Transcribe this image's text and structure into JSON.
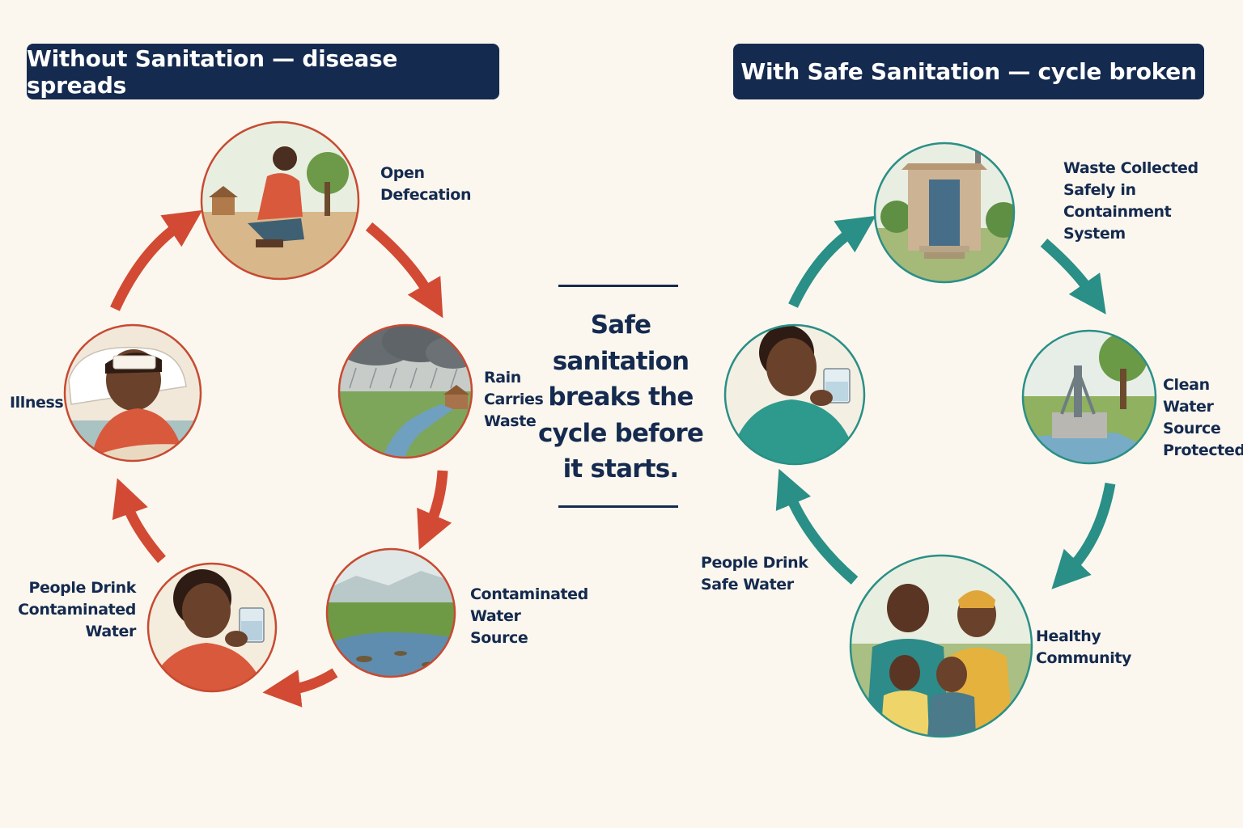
{
  "left_panel": {
    "title": "Without Sanitation — disease spreads",
    "accent_color": "#d24a33",
    "steps": [
      {
        "label": "Open\nDefecation",
        "icon": "squatting-person-icon"
      },
      {
        "label": "Rain\nCarries\nWaste",
        "icon": "rain-cloud-stream-icon"
      },
      {
        "label": "Contaminated\nWater\nSource",
        "icon": "polluted-river-icon"
      },
      {
        "label": "People Drink\nContaminated\nWater",
        "icon": "boy-drinking-icon"
      },
      {
        "label": "Illness",
        "icon": "sick-child-in-bed-icon"
      }
    ]
  },
  "right_panel": {
    "title": "With Safe Sanitation — cycle broken",
    "accent_color": "#2a8f86",
    "steps": [
      {
        "label": "Waste Collected\nSafely in\nContainment\nSystem",
        "icon": "latrine-building-icon"
      },
      {
        "label": "Clean\nWater\nSource\nProtected",
        "icon": "protected-water-pump-icon"
      },
      {
        "label": "Healthy\nCommunity",
        "icon": "healthy-family-icon"
      },
      {
        "label": "People Drink\nSafe Water",
        "icon": "boy-drinking-icon"
      }
    ]
  },
  "center_message": "Safe sanitation breaks the cycle before it starts.",
  "colors": {
    "navy": "#152a4f",
    "background": "#fbf7ee"
  }
}
